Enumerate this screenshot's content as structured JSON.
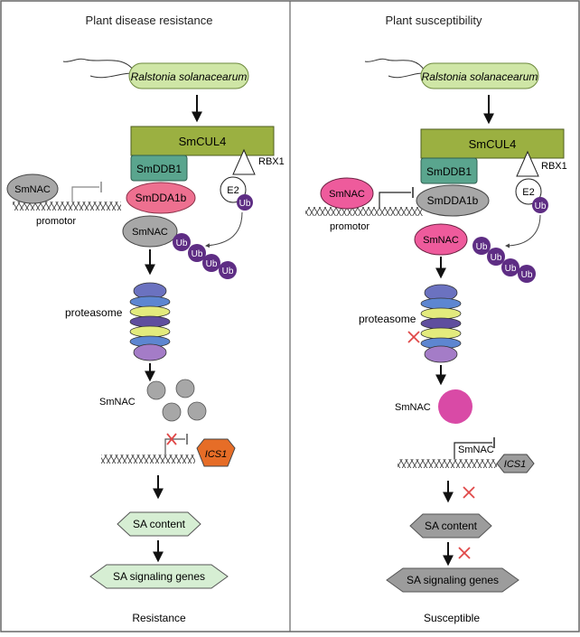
{
  "panels": {
    "left": {
      "title": "Plant disease resistance",
      "bacterium": "Ralstonia solanacearum",
      "cul4": "SmCUL4",
      "ddb1": "SmDDB1",
      "dda1b": "SmDDA1b",
      "rbx1": "RBX1",
      "e2": "E2",
      "ub": "Ub",
      "nac_free": "SmNAC",
      "nac_bound": "SmNAC",
      "promoter": "promotor",
      "proteasome": "proteasome",
      "nac_fragments": "SmNAC",
      "ics1": "ICS1",
      "sa_content": "SA content",
      "sa_genes": "SA signaling genes",
      "outcome": "Resistance"
    },
    "right": {
      "title": "Plant susceptibility",
      "bacterium": "Ralstonia solanacearum",
      "cul4": "SmCUL4",
      "ddb1": "SmDDB1",
      "dda1b": "SmDDA1b",
      "rbx1": "RBX1",
      "e2": "E2",
      "ub": "Ub",
      "nac_free": "SmNAC",
      "nac_bound": "SmNAC",
      "promoter": "promotor",
      "proteasome": "proteasome",
      "nac_accumulated": "SmNAC",
      "nac_on_promoter": "SmNAC",
      "ics1": "ICS1",
      "sa_content": "SA content",
      "sa_genes": "SA signaling genes",
      "outcome": "Susceptible"
    }
  },
  "colors": {
    "bacterium": "#cfe6a6",
    "cul4": "#9bb041",
    "ddb1": "#5aa58e",
    "dda1b_active": "#ee7090",
    "nac_grey": "#a7a7a7",
    "nac_active": "#ee5b9c",
    "ub": "#5e2d84",
    "ics1_active": "#e66d27",
    "sa_active": "#d6eed3",
    "sa_inactive": "#9c9c9c",
    "inhibition_mark": "#e04848",
    "accumulated_nac": "#d94aa6"
  }
}
